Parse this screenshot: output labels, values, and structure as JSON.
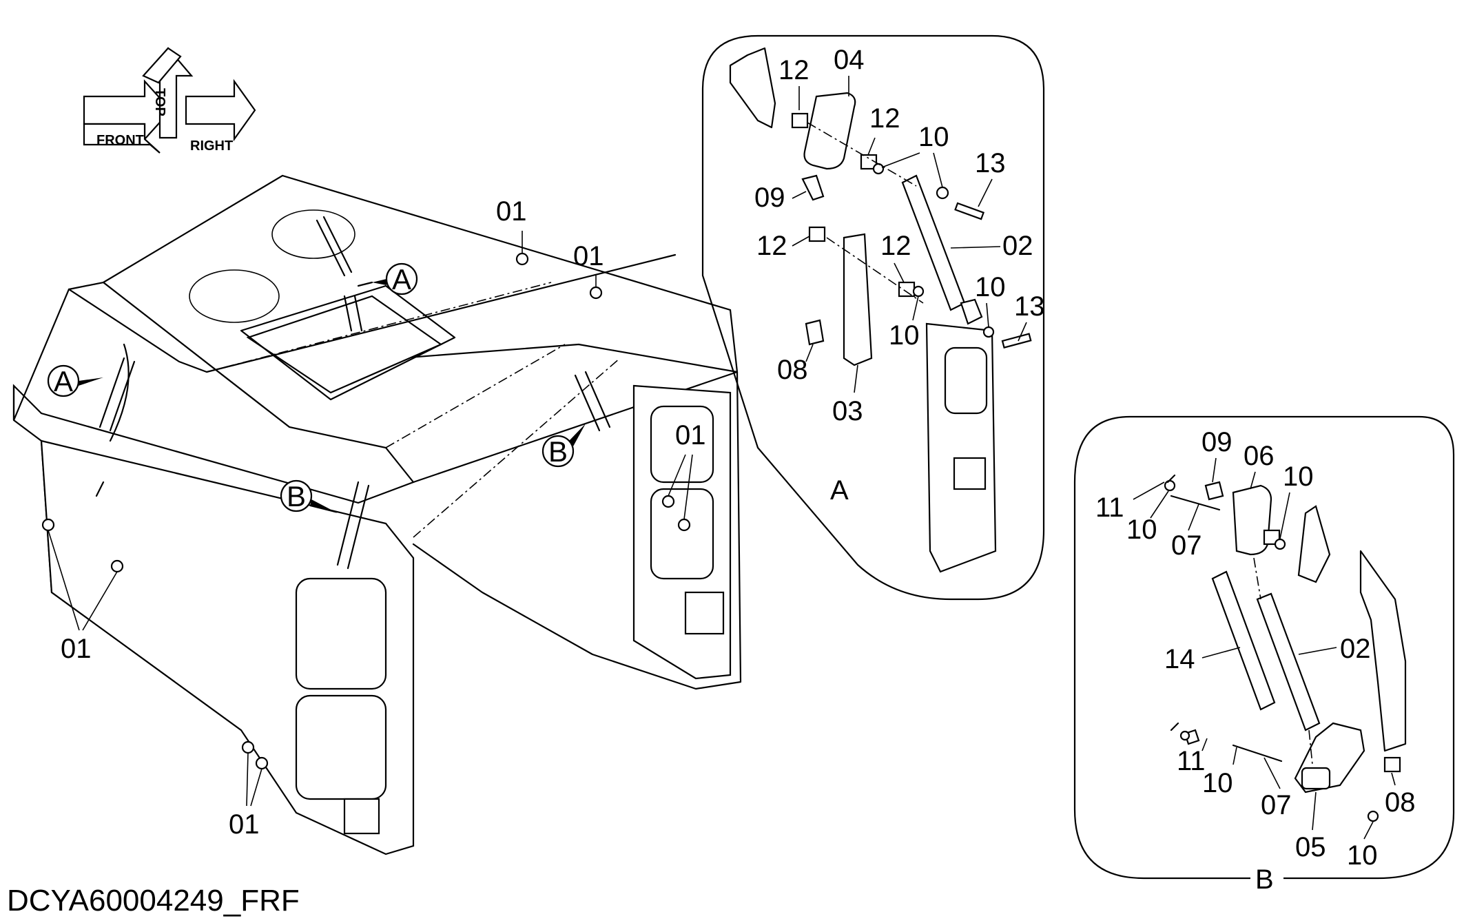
{
  "document_id": "DCYA60004249_FRF",
  "orientation": {
    "front": "FRONT",
    "top": "TOP",
    "right": "RIGHT"
  },
  "callouts": {
    "a": "A",
    "b": "B"
  },
  "detail_a": {
    "title": "A",
    "parts": [
      "12",
      "04",
      "12",
      "10",
      "13",
      "09",
      "12",
      "12",
      "02",
      "10",
      "13",
      "08",
      "10",
      "03"
    ]
  },
  "detail_b": {
    "title": "B",
    "parts": [
      "09",
      "06",
      "10",
      "11",
      "10",
      "07",
      "14",
      "02",
      "11",
      "10",
      "07",
      "08",
      "05",
      "10"
    ]
  },
  "main_parts": [
    "01",
    "01",
    "01",
    "01",
    "01"
  ]
}
